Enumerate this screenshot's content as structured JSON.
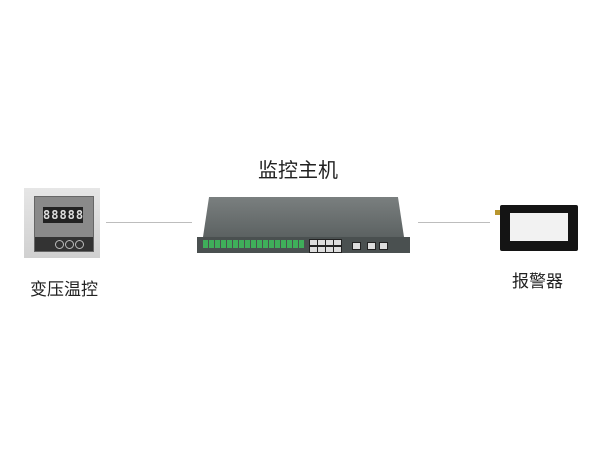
{
  "diagram": {
    "host": {
      "label": "监控主机"
    },
    "temperature_controller": {
      "label": "变压温控",
      "display": "88888"
    },
    "alarm": {
      "label": "报警器"
    },
    "connector_color": "#bdbdbd"
  }
}
